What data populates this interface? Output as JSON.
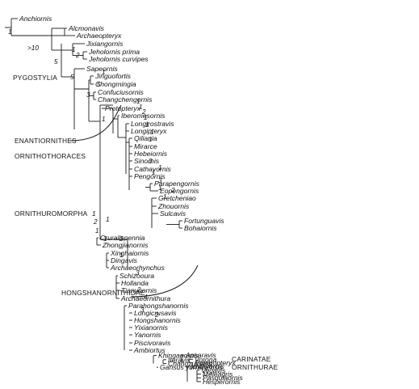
{
  "taxa": [
    "Anchiornis",
    "Alcmonavis",
    "Archaeopteryx",
    "Jixiangornis",
    "Jeholornis prima",
    "Jeholornis curvipes",
    "Sapeornis",
    "Jinguofortis",
    "Chongmingia",
    "Confuciusornis",
    "Changchengornis",
    "Protopteryx",
    "Iberomesornis",
    "Longirostravis",
    "Longipteryx",
    "Qiliania",
    "Mirarce",
    "Hebeiornis",
    "Sinornis",
    "Cathayornis",
    "Pengornis",
    "Parapengornis",
    "Eopengornis",
    "Gretcheniao",
    "Zhouornis",
    "Sulcavis",
    "Fortunguavis",
    "Bohaiornis",
    "Cruralispennia",
    "Zhongjianornis",
    "Xinghaiornis",
    "Dingavis",
    "Archaeorhynchus",
    "Schizooura",
    "Hollanda",
    "Tianyuornis",
    "Archaeornithura",
    "Parahongshanornis",
    "Longicrusavis",
    "Hongshanornis",
    "Yixianornis",
    "Yanornis",
    "Piscivoravis",
    "Ambiortus",
    "Khinganornis",
    "Iteravis",
    "Changzuiornis",
    "Gansus yumenensis",
    "Apsaravis",
    "Vorona",
    "Patagopteryx",
    "Ichthyornis",
    "Vegavis",
    "Meleagris",
    "Pasquiaornis",
    "Hesperornis"
  ],
  "support": [
    "1",
    ">10",
    "5",
    "1",
    "2",
    "5",
    "1",
    "5",
    "3",
    "1",
    "1",
    "1",
    "2",
    "1",
    "1",
    "1",
    "1",
    "3",
    "1",
    "1",
    "1",
    "1",
    "3",
    "2",
    "1",
    "2",
    "1",
    "1",
    "1",
    "2",
    "1",
    "3",
    "2",
    "4",
    "3",
    "2"
  ],
  "clades": [
    "PYGOSTYLIA",
    "ENANTIORNITHES",
    "ORNITHOTHORACES",
    "ORNITHUROMORPHA",
    "HONGSHANORNITHIDAE",
    "CARINATAE",
    "ORNITHURAE"
  ]
}
